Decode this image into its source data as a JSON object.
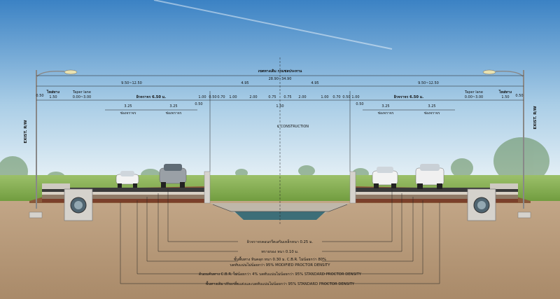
{
  "row_title": "เขตทางเดิม กรมชลประทาน",
  "row_total": "28.90~34.90",
  "side_width_left": "9.50~12.50",
  "side_width_right": "9.50~12.50",
  "median_half_left": "4.95",
  "median_half_right": "4.95",
  "left_labels": {
    "edge_050": "0.50",
    "sidewalk": "ไหล่ทาง",
    "sidewalk_w": "1.50",
    "taper": "Taper lane",
    "taper_w": "0.00~3.00",
    "traffic": "ผิวจราจร 6.50 ม.",
    "lane1": "3.25",
    "lane2": "3.25",
    "lane_cap1": "ช่องจราจร",
    "lane_cap2": "ช่องจราจร",
    "shoulder_050": "0.50",
    "d100": "1.00",
    "d050": "0.50",
    "d070": "0.70",
    "d100b": "1.00",
    "d200": "2.00",
    "d075": "0.75"
  },
  "right_labels": {
    "d075": "0.75",
    "d200": "2.00",
    "d100b": "1.00",
    "d070": "0.70",
    "d050": "0.50",
    "d100": "1.00",
    "shoulder_050": "0.50",
    "traffic": "ผิวจราจร 6.50 ม.",
    "lane1": "3.25",
    "lane2": "3.25",
    "lane_cap1": "ช่องจราจร",
    "lane_cap2": "ช่องจราจร",
    "taper": "Taper lane",
    "taper_w": "0.00~3.00",
    "sidewalk": "ไหล่ทาง",
    "sidewalk_w": "1.50",
    "edge_050": "0.50"
  },
  "center_width": "1.50",
  "construction_label": "℄ CONSTRUCTION",
  "exist_left": "EXIST. R/W",
  "exist_right": "EXIST. R/W",
  "notes": [
    "ผิวจราจรคอนกรีตเสริมเหล็กหนา 0.25 ม.",
    "ทรายรอง หนา 0.10 ม.",
    "ชั้นพื้นทาง หินคลุก หนา 0.30 ม. C.B.R. ไม่น้อยกว่า 80%",
    "บดทับแน่นไม่น้อยกว่า 95% MODIFIED PROCTOR DENSITY",
    "ดินถมคันทาง C.B.R. ไม่น้อยกว่า 4% บดทับแน่นไม่น้อยกว่า 95% STANDARD PROCTOR DENSITY",
    "พื้นทางเดิม ปรับเกลี่ยแต่งและบดทับแน่นไม่น้อยกว่า 95% STANDARD PROCTOR DENSITY"
  ],
  "colors": {
    "sky_top": "#3f86c8",
    "sky_bottom": "#e3eff7",
    "grass": "#7aa648",
    "soil": "#b89a7a",
    "asphalt": "#3a3a3a",
    "water": "#3d6e78"
  }
}
